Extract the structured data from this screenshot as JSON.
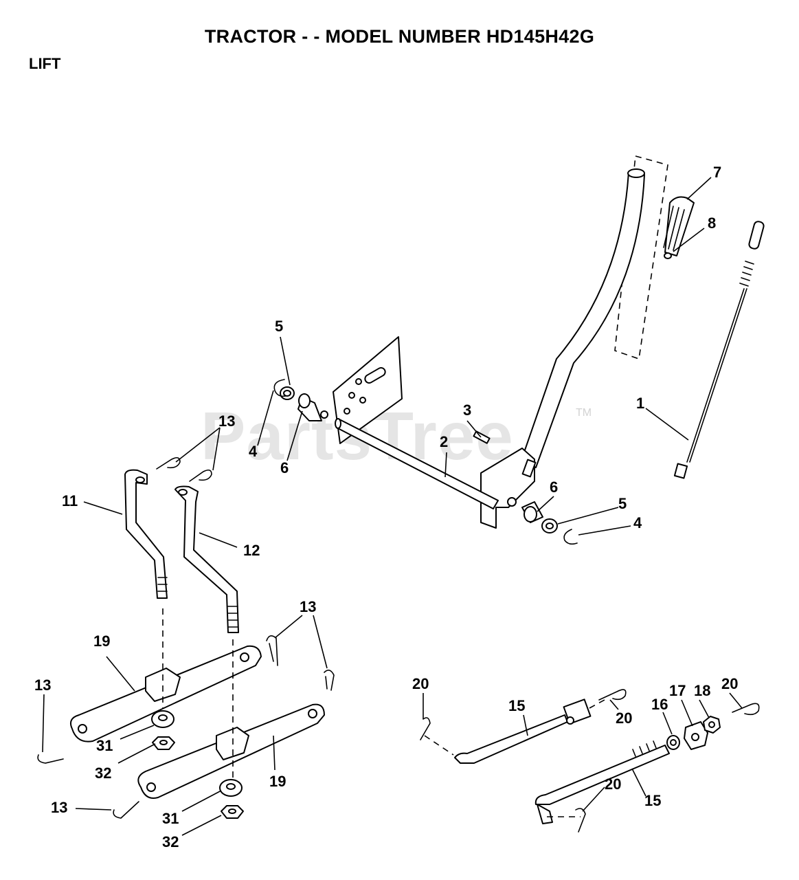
{
  "header": {
    "title": "TRACTOR - - MODEL NUMBER HD145H42G",
    "section": "LIFT"
  },
  "watermark": {
    "text": "PartsTree",
    "tm": "TM"
  },
  "callouts": {
    "c7": "7",
    "c8": "8",
    "c1": "1",
    "c5a": "5",
    "c4a": "4",
    "c6a": "6",
    "c3": "3",
    "c2": "2",
    "c6b": "6",
    "c5b": "5",
    "c4b": "4",
    "c13a": "13",
    "c11": "11",
    "c12": "12",
    "c13b": "13",
    "c19a": "19",
    "c13c": "13",
    "c31a": "31",
    "c32a": "32",
    "c19b": "19",
    "c13d": "13",
    "c31b": "31",
    "c32b": "32",
    "c20a": "20",
    "c15a": "15",
    "c20b": "20",
    "c16": "16",
    "c17": "17",
    "c18": "18",
    "c20c": "20",
    "c20d": "20",
    "c15b": "15"
  }
}
